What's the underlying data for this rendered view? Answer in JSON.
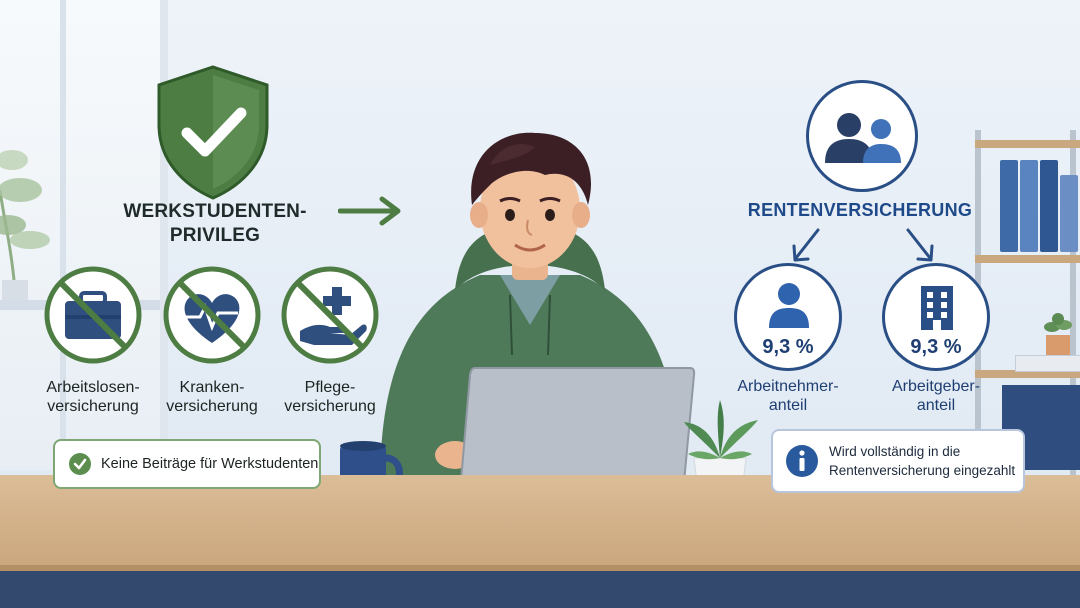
{
  "left": {
    "title_line1": "WERKSTUDENTEN-",
    "title_line2": "PRIVILEG",
    "insurances": [
      {
        "line1": "Arbeitslosen-",
        "line2": "versicherung",
        "icon": "briefcase-icon"
      },
      {
        "line1": "Kranken-",
        "line2": "versicherung",
        "icon": "heart-pulse-icon"
      },
      {
        "line1": "Pflege-",
        "line2": "versicherung",
        "icon": "care-hand-icon"
      }
    ],
    "callout": "Keine Beiträge für Werkstudenten"
  },
  "right": {
    "title": "RENTENVERSICHERUNG",
    "employee": {
      "percent": "9,3 %",
      "line1": "Arbeitnehmer-",
      "line2": "anteil"
    },
    "employer": {
      "percent": "9,3 %",
      "line1": "Arbeitgeber-",
      "line2": "anteil"
    },
    "callout_line1": "Wird vollständig in die",
    "callout_line2": "Rentenversicherung eingezahlt"
  },
  "colors": {
    "green": "#4f7d45",
    "green_light": "#6a9a5c",
    "blue": "#2a4f86",
    "hoodie": "#4f7a5a",
    "desk": "#d4b38c"
  }
}
